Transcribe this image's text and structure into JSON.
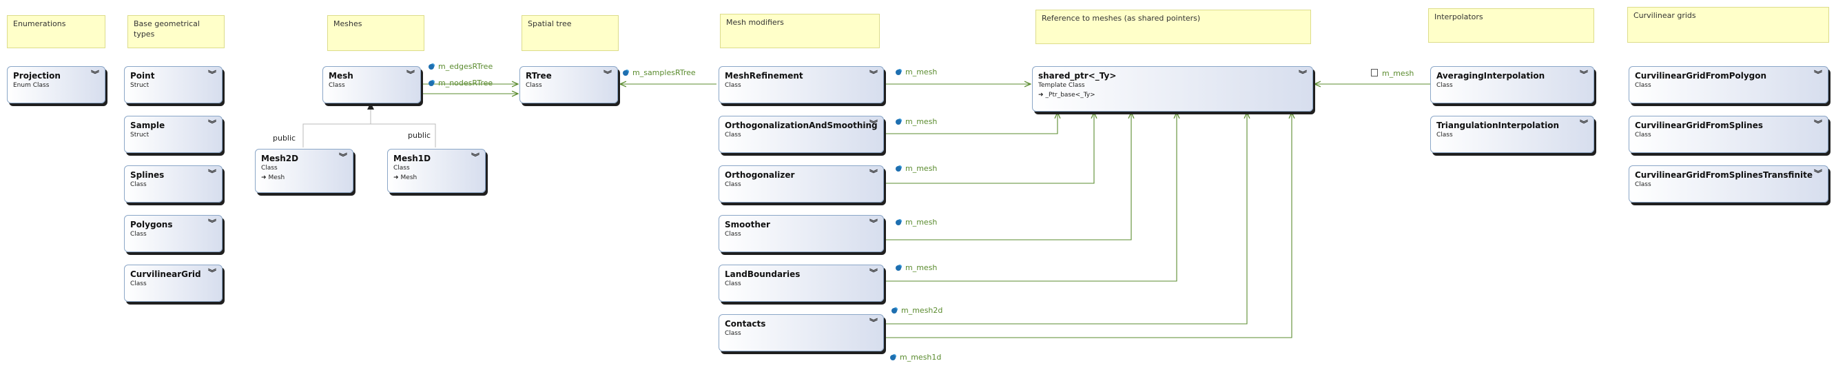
{
  "notes": {
    "enumerations": "Enumerations",
    "base_types": "Base geometrical types",
    "meshes": "Meshes",
    "spatial_tree": "Spatial tree",
    "mesh_modifiers": "Mesh modifiers",
    "reference": "Reference to meshes (as shared pointers)",
    "interpolators": "Interpolators",
    "curvilinear": "Curvilinear grids"
  },
  "classes": {
    "projection": {
      "name": "Projection",
      "kind": "Enum Class"
    },
    "point": {
      "name": "Point",
      "kind": "Struct"
    },
    "sample": {
      "name": "Sample",
      "kind": "Struct"
    },
    "splines": {
      "name": "Splines",
      "kind": "Class"
    },
    "polygons": {
      "name": "Polygons",
      "kind": "Class"
    },
    "curvilinear_grid": {
      "name": "CurvilinearGrid",
      "kind": "Class"
    },
    "mesh": {
      "name": "Mesh",
      "kind": "Class"
    },
    "mesh2d": {
      "name": "Mesh2D",
      "kind": "Class",
      "base": "Mesh"
    },
    "mesh1d": {
      "name": "Mesh1D",
      "kind": "Class",
      "base": "Mesh"
    },
    "rtree": {
      "name": "RTree",
      "kind": "Class"
    },
    "mesh_refinement": {
      "name": "MeshRefinement",
      "kind": "Class"
    },
    "orth_smoothing": {
      "name": "OrthogonalizationAndSmoothing",
      "kind": "Class"
    },
    "orthogonalizer": {
      "name": "Orthogonalizer",
      "kind": "Class"
    },
    "smoother": {
      "name": "Smoother",
      "kind": "Class"
    },
    "land_boundaries": {
      "name": "LandBoundaries",
      "kind": "Class"
    },
    "contacts": {
      "name": "Contacts",
      "kind": "Class"
    },
    "shared_ptr": {
      "name": "shared_ptr<_Ty>",
      "kind": "Template Class",
      "base": "_Ptr_base<_Ty>"
    },
    "averaging": {
      "name": "AveragingInterpolation",
      "kind": "Class"
    },
    "triangulation": {
      "name": "TriangulationInterpolation",
      "kind": "Class"
    },
    "cg_polygon": {
      "name": "CurvilinearGridFromPolygon",
      "kind": "Class"
    },
    "cg_splines": {
      "name": "CurvilinearGridFromSplines",
      "kind": "Class"
    },
    "cg_splines_tf": {
      "name": "CurvilinearGridFromSplinesTransfinite",
      "kind": "Class"
    }
  },
  "associations": {
    "edges_rtree": "m_edgesRTree",
    "nodes_rtree": "m_nodesRTree",
    "samples_rtree": "m_samplesRTree",
    "refinement_mesh": "m_mesh",
    "orth_smoothing_mesh": "m_mesh",
    "orthogonalizer_mesh": "m_mesh",
    "smoother_mesh": "m_mesh",
    "land_boundaries_mesh": "m_mesh",
    "contacts_mesh2d": "m_mesh2d",
    "contacts_mesh1d": "m_mesh1d",
    "averaging_mesh": "m_mesh"
  },
  "inheritance_labels": {
    "mesh2d": "public",
    "mesh1d": "public"
  },
  "colors": {
    "note_fill": "#ffffc9",
    "class_border": "#8aa6c7",
    "association_line": "#5a8b2e",
    "label_text": "#5a8b2e"
  }
}
